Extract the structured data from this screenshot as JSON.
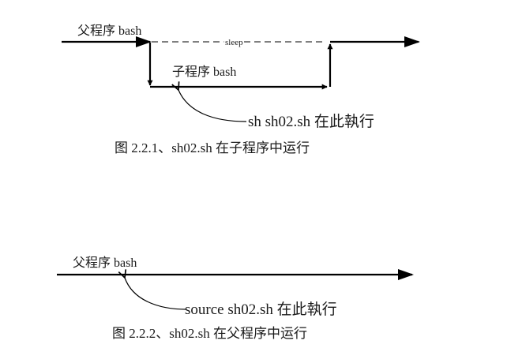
{
  "diagram1": {
    "parent_label": "父程序 bash",
    "sleep_label": "sleep",
    "child_label": "子程序 bash",
    "annotation": "sh sh02.sh 在此執行",
    "caption": "图 2.2.1、sh02.sh 在子程序中运行"
  },
  "diagram2": {
    "parent_label": "父程序 bash",
    "annotation": "source sh02.sh 在此執行",
    "caption": "图 2.2.2、sh02.sh 在父程序中运行"
  },
  "colors": {
    "line": "#000000",
    "dash": "#808080",
    "text": "#1a1a1a"
  }
}
